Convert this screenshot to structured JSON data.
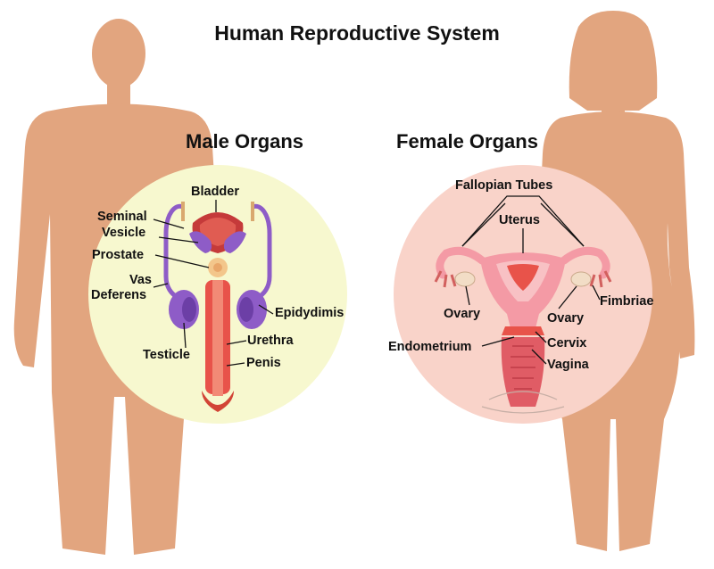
{
  "title": "Human Reproductive System",
  "male": {
    "heading": "Male Organs",
    "labels": {
      "bladder": "Bladder",
      "seminal_vesicle_1": "Seminal",
      "seminal_vesicle_2": "Vesicle",
      "prostate": "Prostate",
      "vas_deferens_1": "Vas",
      "vas_deferens_2": "Deferens",
      "epididymis": "Epidydimis",
      "urethra": "Urethra",
      "testicle": "Testicle",
      "penis": "Penis"
    }
  },
  "female": {
    "heading": "Female Organs",
    "labels": {
      "fallopian_tubes": "Fallopian Tubes",
      "uterus": "Uterus",
      "fimbriae": "Fimbriae",
      "ovary_left": "Ovary",
      "ovary_right": "Ovary",
      "endometrium": "Endometrium",
      "cervix": "Cervix",
      "vagina": "Vagina"
    }
  },
  "colors": {
    "skin": "#E2A57F",
    "male_circle": "#F7F8CF",
    "female_circle": "#F9D3C9",
    "tissue": "#E8534A",
    "vessel": "#8E5CC7",
    "uterus": "#F49AA5"
  }
}
